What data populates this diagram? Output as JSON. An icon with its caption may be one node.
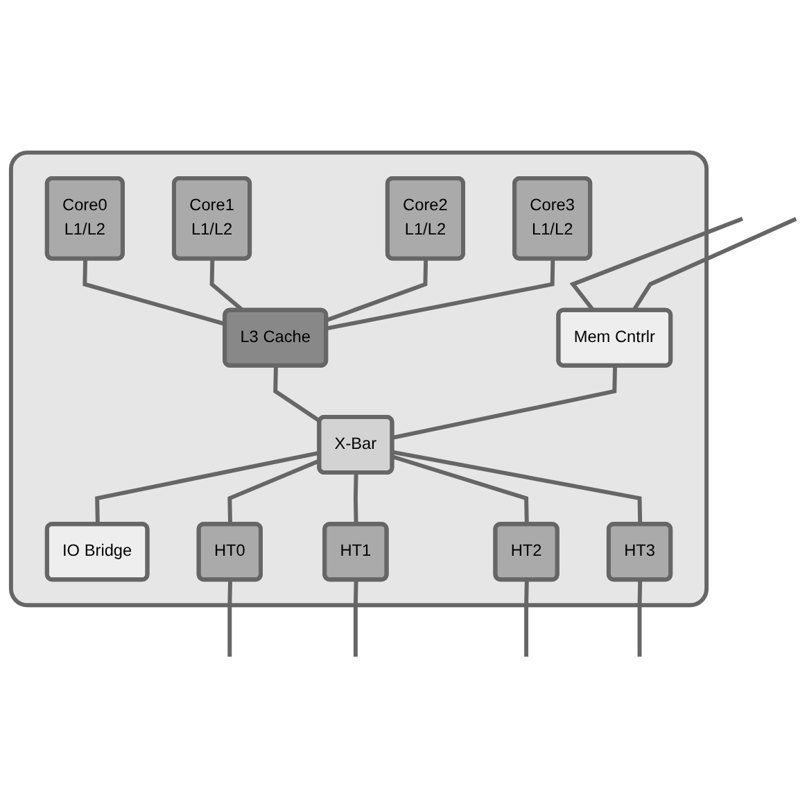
{
  "diagram": {
    "nodes": [
      {
        "text": [],
        "shape": "box"
      },
      {
        "text": [
          "Core0",
          "L1/L2"
        ],
        "in": 0
      },
      {
        "text": [
          "Core1",
          "L1/L2"
        ],
        "in": 0
      },
      {
        "text": [
          "Core2",
          "L1/L2"
        ],
        "in": 0
      },
      {
        "text": [
          "Core3",
          "L1/L2"
        ],
        "in": 0
      },
      {
        "text": [
          "L3 Cache"
        ],
        "in": 0
      },
      {
        "text": [
          "Mem Cntrlr"
        ],
        "in": 0
      },
      {
        "text": [
          "X-Bar"
        ],
        "in": 0
      },
      {
        "text": [
          "IO Bridge"
        ],
        "in": 0
      },
      {
        "text": [
          "HT0"
        ],
        "in": 0
      },
      {
        "text": [
          "HT1"
        ],
        "in": 0
      },
      {
        "text": [
          "HT2"
        ],
        "in": 0
      },
      {
        "text": [
          "HT3"
        ],
        "in": 0
      }
    ],
    "edges": [
      {
        "from": 1,
        "to": 5,
        "arrow": "none"
      },
      {
        "from": 2,
        "to": 5,
        "arrow": "none"
      },
      {
        "from": 3,
        "to": 5,
        "arrow": "none"
      },
      {
        "from": 4,
        "to": 5,
        "arrow": "none"
      },
      {
        "from": 5,
        "to": 7,
        "arrow": "none"
      },
      {
        "from": null,
        "to": 6,
        "arrow": "none"
      },
      {
        "from": null,
        "to": 6,
        "arrow": "none"
      },
      {
        "from": 6,
        "to": 7,
        "arrow": "none"
      },
      {
        "from": 7,
        "to": 8,
        "arrow": "none"
      },
      {
        "from": 7,
        "to": 9,
        "arrow": "none"
      },
      {
        "from": 7,
        "to": 10,
        "arrow": "none"
      },
      {
        "from": 7,
        "to": 11,
        "arrow": "none"
      },
      {
        "from": 7,
        "to": 12,
        "arrow": "none"
      },
      {
        "from": 9,
        "to": null,
        "arrow": "none"
      },
      {
        "from": 10,
        "to": null,
        "arrow": "none"
      },
      {
        "from": 11,
        "to": null,
        "arrow": "none"
      },
      {
        "from": 12,
        "to": null,
        "arrow": "none"
      }
    ]
  }
}
